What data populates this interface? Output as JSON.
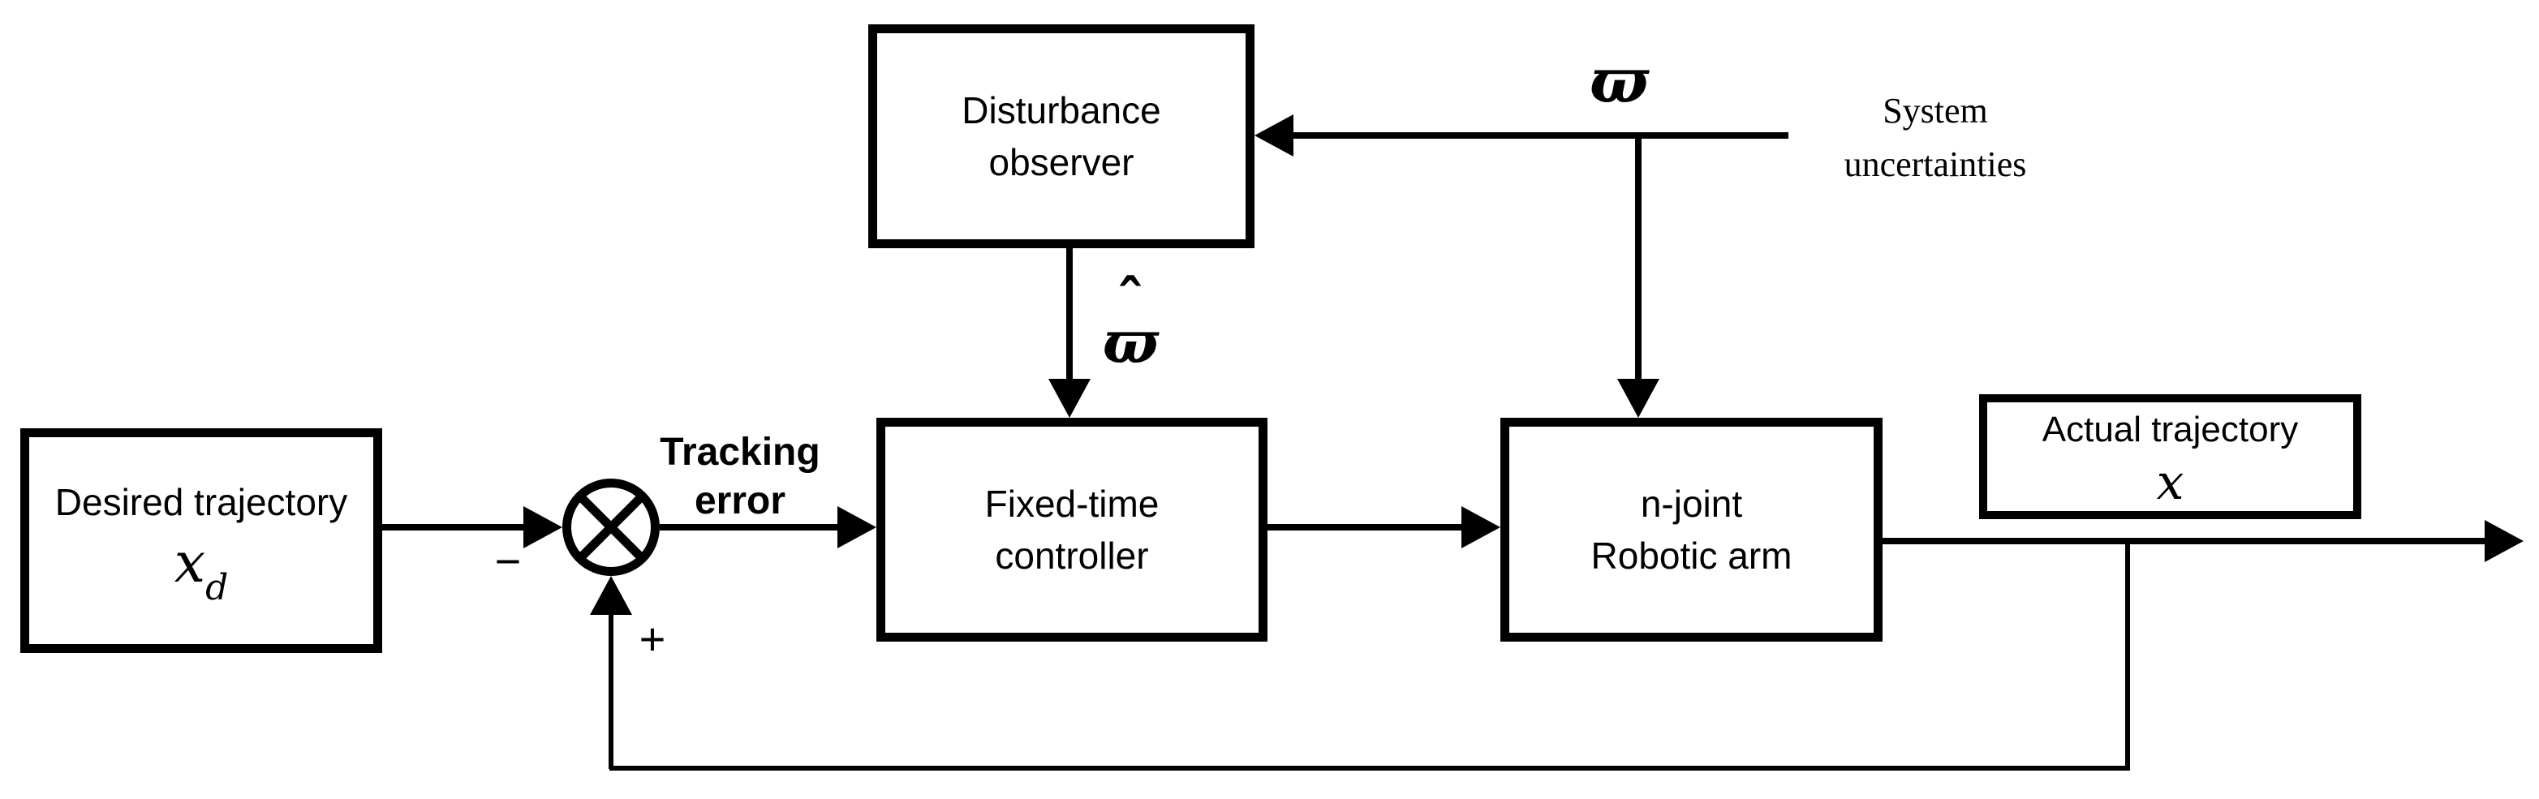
{
  "diagram": {
    "background_color": "#ffffff",
    "line_color": "#000000",
    "nodes": {
      "disturbance_observer": {
        "line1": "Disturbance",
        "line2": "observer"
      },
      "fixed_time_controller": {
        "line1": "Fixed-time",
        "line2": "controller"
      },
      "robotic_arm": {
        "line1": "n-joint",
        "line2": "Robotic arm"
      },
      "desired_trajectory": {
        "label": "Desired trajectory",
        "symbol": "x",
        "subscript": "d"
      },
      "actual_trajectory": {
        "label": "Actual trajectory",
        "symbol": "x"
      }
    },
    "annotations": {
      "tracking_error": {
        "line1": "Tracking",
        "line2": "error"
      },
      "system_uncertainties": {
        "line1": "System",
        "line2": "uncertainties"
      },
      "disturbance_symbol": "ϖ",
      "disturbance_estimate_symbol": "ϖ",
      "hat_accent": "ˆ",
      "minus_sign": "−",
      "plus_sign": "+"
    }
  }
}
